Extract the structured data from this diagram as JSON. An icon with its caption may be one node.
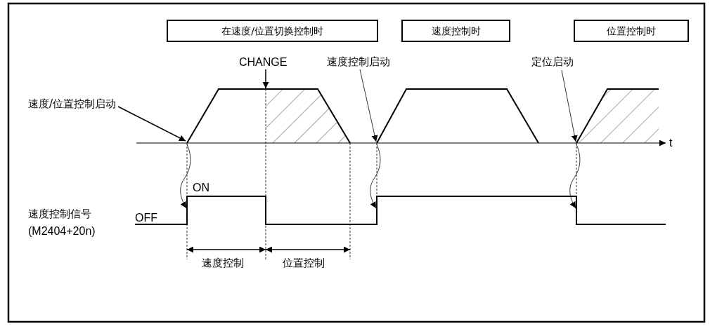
{
  "diagram": {
    "nodes": [
      {
        "text": [
          "在速度/位置切换控制时"
        ]
      },
      {
        "text": [
          "速度控制时"
        ]
      },
      {
        "text": [
          "位置控制时"
        ]
      },
      {
        "text": [
          "CHANGE"
        ]
      },
      {
        "text": [
          "速度控制启动"
        ]
      },
      {
        "text": [
          "定位启动"
        ]
      },
      {
        "text": [
          "速度/位置控制启动"
        ]
      },
      {
        "text": [],
        "shape": "curve"
      },
      {
        "text": [],
        "shape": "curve"
      },
      {
        "text": [],
        "shape": "curve"
      }
    ],
    "edges": [
      {
        "from": 3,
        "to": 7,
        "arrow": "to"
      },
      {
        "from": 4,
        "to": 8,
        "arrow": "to"
      },
      {
        "from": 5,
        "to": 9,
        "arrow": "to"
      },
      {
        "from": 6,
        "to": 7,
        "arrow": "to"
      }
    ],
    "labels": [
      "t",
      "ON",
      "速度控制信号",
      "OFF",
      "(M2404+20n)",
      "速度控制",
      "位置控制"
    ]
  }
}
